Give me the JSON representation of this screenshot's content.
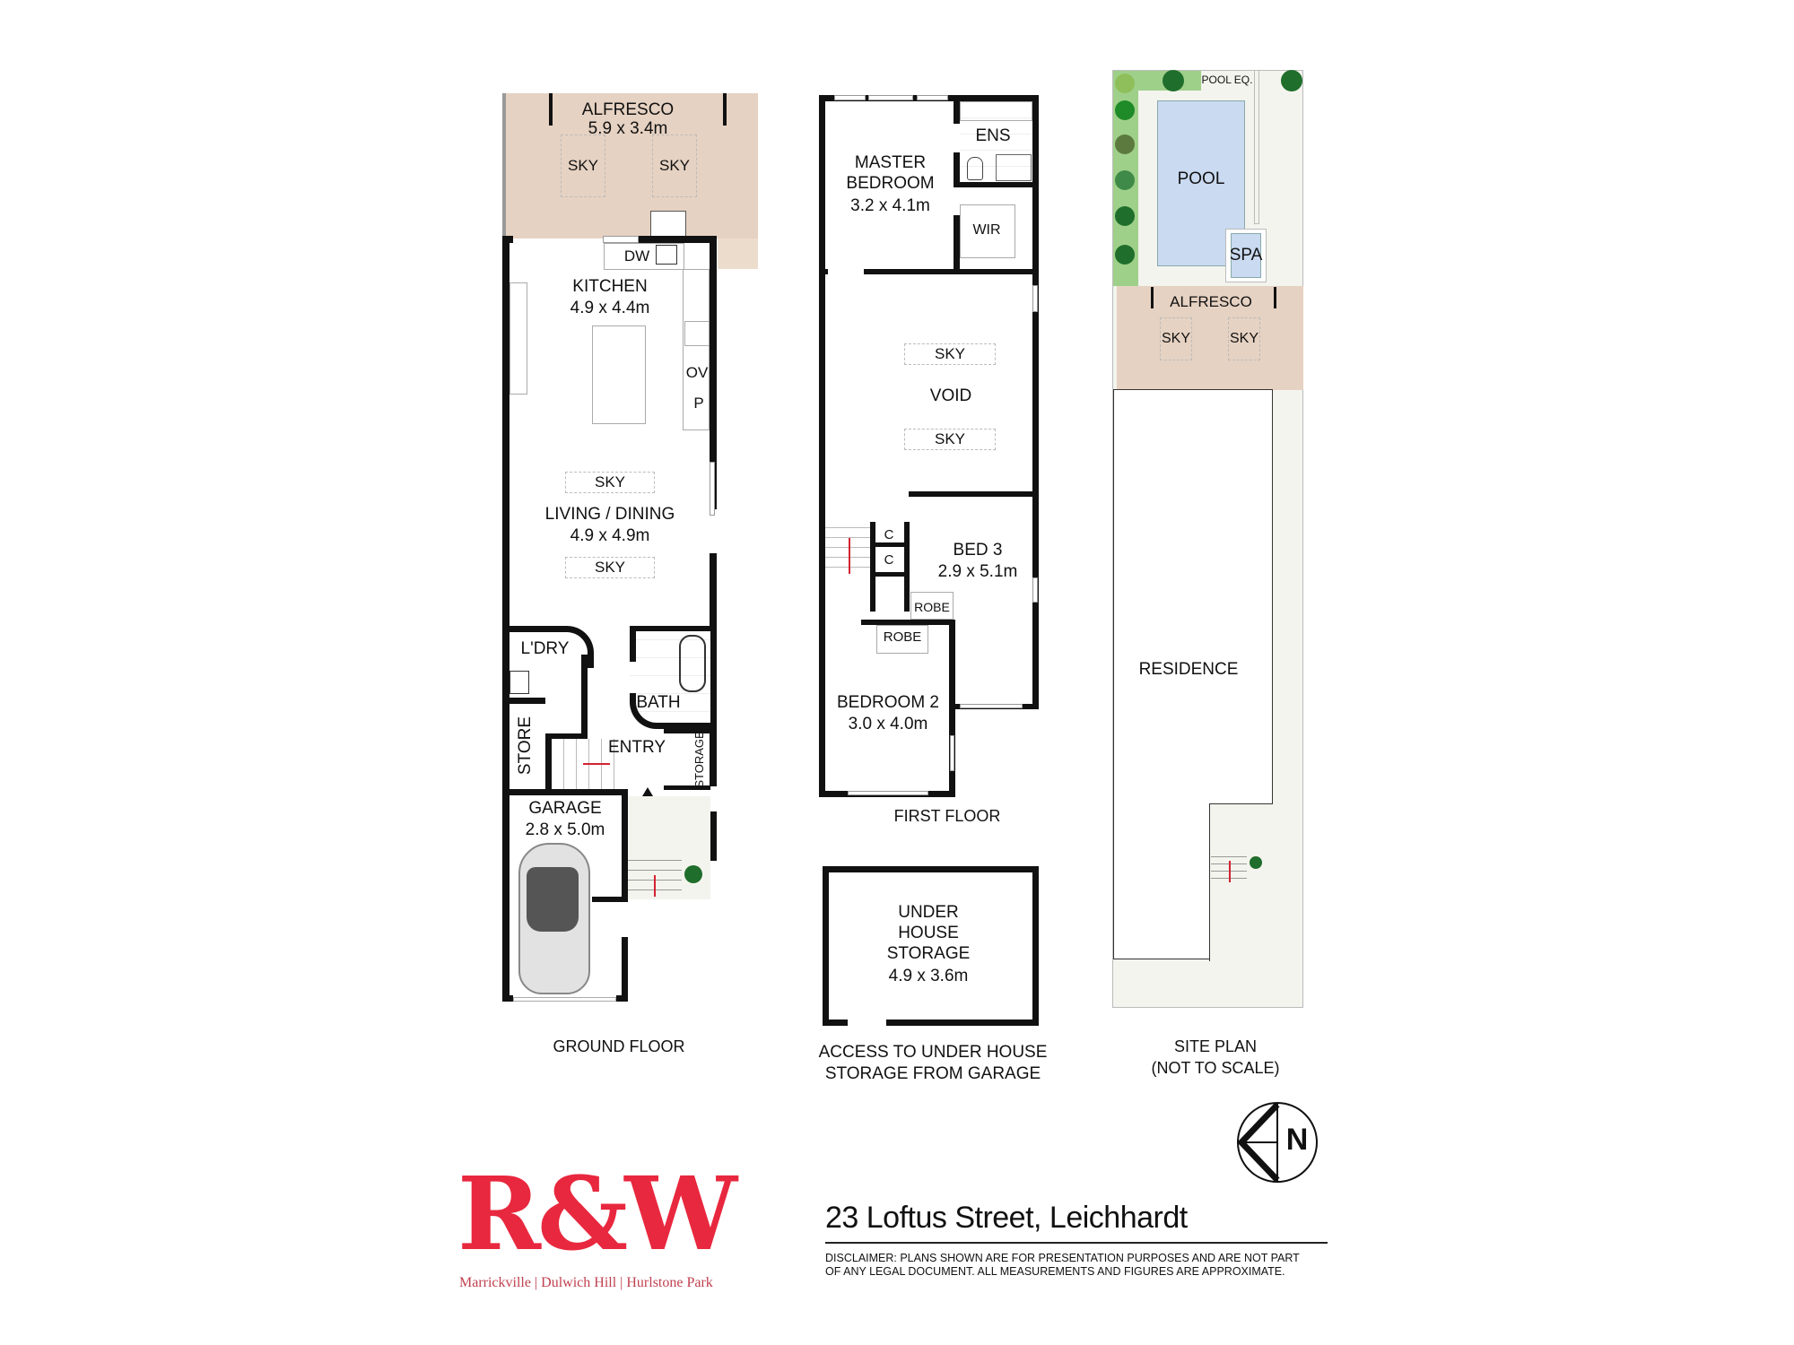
{
  "ground_floor": {
    "caption": "GROUND FLOOR",
    "rooms": {
      "alfresco": {
        "name": "ALFRESCO",
        "dims": "5.9 x 3.4m",
        "skylights": [
          "SKY",
          "SKY"
        ]
      },
      "kitchen": {
        "name": "KITCHEN",
        "dims": "4.9 x 4.4m",
        "fixtures": {
          "dishwasher": "DW",
          "oven": "OV",
          "pantry": "P"
        }
      },
      "living_dining": {
        "name": "LIVING / DINING",
        "dims": "4.9 x 4.9m",
        "skylights": [
          "SKY",
          "SKY"
        ]
      },
      "laundry": {
        "name": "L'DRY"
      },
      "bath": {
        "name": "BATH"
      },
      "store": {
        "name": "STORE"
      },
      "entry": {
        "name": "ENTRY"
      },
      "storage": {
        "name": "STORAGE"
      },
      "garage": {
        "name": "GARAGE",
        "dims": "2.8 x 5.0m"
      }
    }
  },
  "first_floor": {
    "caption": "FIRST FLOOR",
    "rooms": {
      "master_bedroom": {
        "name": "MASTER\nBEDROOM",
        "dims": "3.2 x 4.1m"
      },
      "ensuite": {
        "name": "ENS"
      },
      "wir": {
        "name": "WIR"
      },
      "void": {
        "name": "VOID",
        "skylights": [
          "SKY",
          "SKY"
        ]
      },
      "bed3": {
        "name": "BED 3",
        "dims": "2.9 x 5.1m"
      },
      "cupboards": [
        "C",
        "C"
      ],
      "robes": [
        "ROBE",
        "ROBE"
      ],
      "bedroom2": {
        "name": "BEDROOM 2",
        "dims": "3.0 x 4.0m"
      }
    }
  },
  "under_house": {
    "name": "UNDER\nHOUSE\nSTORAGE",
    "dims": "4.9 x 3.6m",
    "caption": "ACCESS TO UNDER HOUSE\nSTORAGE FROM GARAGE"
  },
  "site_plan": {
    "caption": "SITE PLAN\n(NOT TO SCALE)",
    "labels": {
      "pool_eq": "POOL EQ.",
      "pool": "POOL",
      "spa": "SPA",
      "alfresco": "ALFRESCO",
      "skylights": [
        "SKY",
        "SKY"
      ],
      "residence": "RESIDENCE"
    }
  },
  "compass": {
    "icon": "north-arrow-icon",
    "letter": "N"
  },
  "branding": {
    "logo_text": "R&W",
    "offices": "Marrickville | Dulwich Hill | Hurlstone Park",
    "brand_color": "#e8283e"
  },
  "address": "23 Loftus Street, Leichhardt",
  "disclaimer": "DISCLAIMER:  PLANS SHOWN ARE FOR PRESENTATION PURPOSES AND ARE NOT PART\nOF ANY LEGAL DOCUMENT. ALL MEASUREMENTS AND FIGURES ARE APPROXIMATE.",
  "colors": {
    "deck": "#e6d2c2",
    "pool": "#c9daf1",
    "lawn": "#9fd08a",
    "paving": "#f4f4ee",
    "wall": "#111111",
    "stair_arrow": "#d32230"
  }
}
